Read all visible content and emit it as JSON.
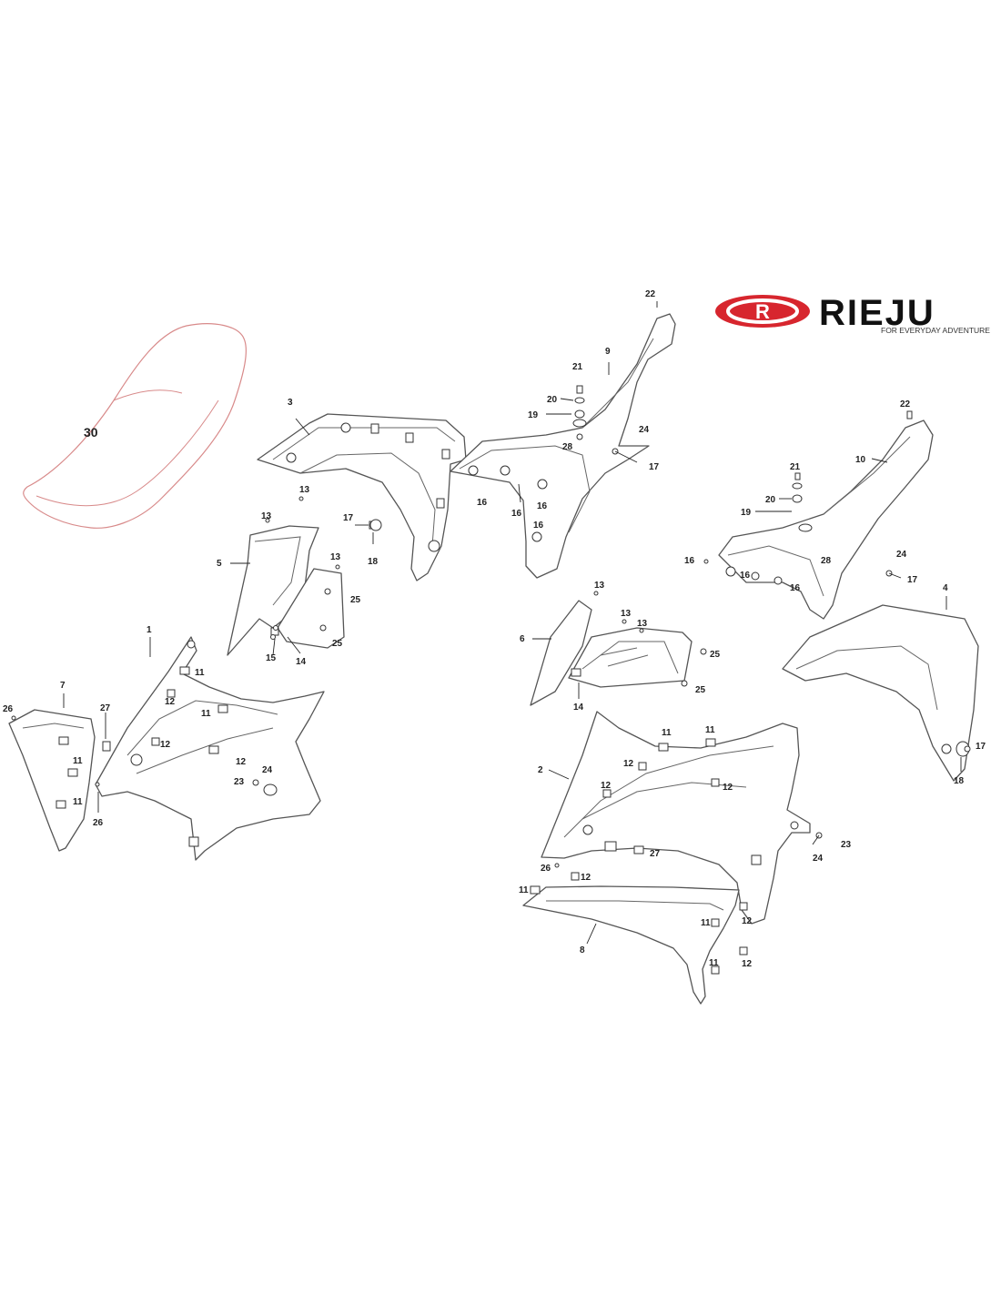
{
  "brand": {
    "logo_letter": "R",
    "name": "RIEJU",
    "tagline": "FOR EVERYDAY ADVENTURE",
    "color_red": "#d7262e",
    "color_black": "#111111"
  },
  "callouts": [
    "1",
    "2",
    "3",
    "4",
    "5",
    "6",
    "7",
    "8",
    "9",
    "10",
    "11",
    "12",
    "13",
    "14",
    "15",
    "16",
    "17",
    "18",
    "19",
    "20",
    "21",
    "22",
    "23",
    "24",
    "25",
    "26",
    "27",
    "28",
    "30"
  ],
  "colors": {
    "line": "#555555",
    "seat_outline": "#d88a8a",
    "label": "#222222"
  }
}
